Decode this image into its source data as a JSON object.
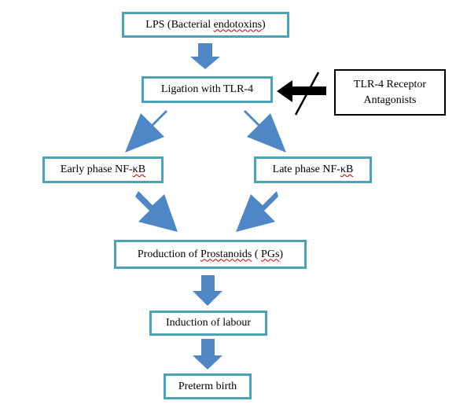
{
  "nodes": {
    "lps": {
      "prefix": "LPS (Bacterial ",
      "squiggle": "endotoxins",
      "suffix": ")"
    },
    "ligation": {
      "text": "Ligation with TLR-4"
    },
    "antagonists": {
      "line1": "TLR-4 Receptor",
      "line2": "Antagonists"
    },
    "early": {
      "prefix": "Early phase NF-",
      "squiggle": "κB",
      "suffix": ""
    },
    "late": {
      "prefix": "Late phase NF-",
      "squiggle": "κB",
      "suffix": ""
    },
    "prostanoids": {
      "p1": "Production of ",
      "s1": "Prostanoids",
      "p2": " ( ",
      "s2": "PGs",
      "p3": ")"
    },
    "labour": {
      "text": "Induction of labour"
    },
    "preterm": {
      "text": "Preterm birth"
    }
  },
  "colors": {
    "box_border": "#4aa3b8",
    "arrow_fill": "#4f86c6",
    "inhibit_arrow": "#000000",
    "squiggle": "#c00000"
  }
}
